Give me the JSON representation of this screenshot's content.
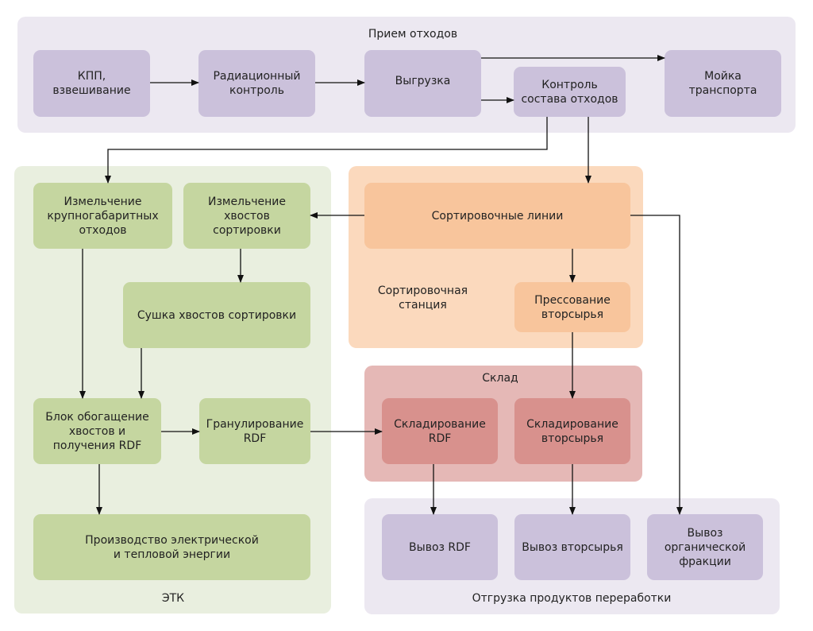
{
  "colors": {
    "reception_group": "#ece8f1",
    "reception_box": "#cbc1db",
    "etk_group": "#e9efdf",
    "etk_box": "#c5d6a0",
    "sorting_group": "#fbd9bd",
    "sorting_box": "#f8c59c",
    "storage_group": "#e5b8b6",
    "storage_box": "#d8918d",
    "shipping_group": "#ece8f1",
    "shipping_box": "#cbc1db",
    "arrow": "#111111"
  },
  "groups": {
    "reception": {
      "title": "Прием отходов",
      "nodes": {
        "checkpoint": "КПП,\nвзвешивание",
        "radiation": "Радиационный\nконтроль",
        "unloading": "Выгрузка",
        "composition": "Контроль\nсостава отходов",
        "washing": "Мойка\nтранспорта"
      }
    },
    "etk": {
      "title": "ЭТК",
      "nodes": {
        "bulky_shred": "Измельчение\nкрупногабаритных\nотходов",
        "tails_shred": "Измельчение\nхвостов\nсортировки",
        "tails_dry": "Сушка хвостов сортировки",
        "enrich": "Блок обогащение\nхвостов и\nполучения RDF",
        "granulate": "Гранулирование\nRDF",
        "energy": "Производство электрической\nи тепловой энергии"
      }
    },
    "sorting": {
      "title": "Сортировочная\nстанция",
      "nodes": {
        "lines": "Сортировочные линии",
        "press": "Прессование\nвторсырья"
      }
    },
    "storage": {
      "title": "Склад",
      "nodes": {
        "rdf_store": "Складирование\nRDF",
        "recyc_store": "Складирование\nвторсырья"
      }
    },
    "shipping": {
      "title": "Отгрузка продуктов переработки",
      "nodes": {
        "rdf_out": "Вывоз RDF",
        "recyc_out": "Вывоз вторсырья",
        "organic_out": "Вывоз\nорганической\nфракции"
      }
    }
  },
  "edges": [
    [
      "checkpoint",
      "radiation"
    ],
    [
      "radiation",
      "unloading"
    ],
    [
      "unloading",
      "washing"
    ],
    [
      "unloading",
      "composition"
    ],
    [
      "composition",
      "bulky_shred"
    ],
    [
      "composition",
      "lines"
    ],
    [
      "lines",
      "tails_shred"
    ],
    [
      "lines",
      "press"
    ],
    [
      "lines",
      "organic_out"
    ],
    [
      "tails_shred",
      "tails_dry"
    ],
    [
      "bulky_shred",
      "enrich"
    ],
    [
      "tails_dry",
      "enrich"
    ],
    [
      "enrich",
      "granulate"
    ],
    [
      "enrich",
      "energy"
    ],
    [
      "granulate",
      "rdf_store"
    ],
    [
      "press",
      "recyc_store"
    ],
    [
      "rdf_store",
      "rdf_out"
    ],
    [
      "recyc_store",
      "recyc_out"
    ]
  ]
}
